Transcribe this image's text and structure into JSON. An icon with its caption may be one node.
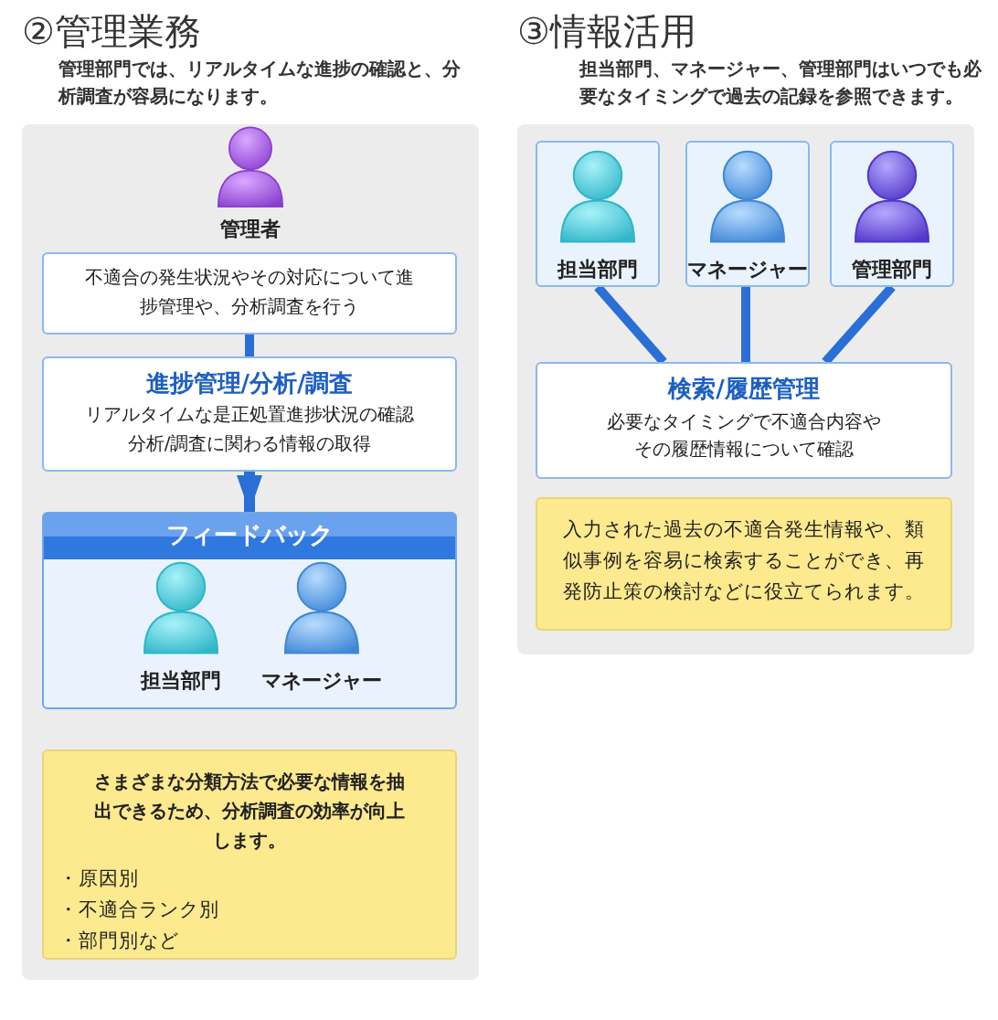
{
  "diagram": {
    "nodes": [
      {
        "text": [
          "②管理業務",
          "管理部門では、リアルタイムな進捗の確認と、分析調査が容易になります。"
        ]
      },
      {
        "text": [
          "管理者"
        ],
        "in": 0
      },
      {
        "text": [
          "不適合の発生状況やその対応について進捗管理や、分析調査を行う"
        ],
        "in": 0
      },
      {
        "text": [
          "進捗管理/分析/調査",
          "リアルタイムな是正処置進捗状況の確認分析/調査に関わる情報の取得"
        ],
        "in": 0
      },
      {
        "text": [
          "フィードバック"
        ],
        "in": 0
      },
      {
        "text": [
          "担当部門"
        ],
        "in": 4
      },
      {
        "text": [
          "マネージャー"
        ],
        "in": 4
      },
      {
        "text": [
          "さまざまな分類方法で必要な情報を抽出できるため、分析調査の効率が向上します。",
          "・原因別",
          "・不適合ランク別",
          "・部門別など"
        ],
        "in": 0
      },
      {
        "text": [
          "③情報活用",
          "担当部門、マネージャー、管理部門はいつでも必要なタイミングで過去の記録を参照できます。"
        ]
      },
      {
        "text": [
          "担当部門"
        ],
        "in": 8
      },
      {
        "text": [
          "マネージャー"
        ],
        "in": 8
      },
      {
        "text": [
          "管理部門"
        ],
        "in": 8
      },
      {
        "text": [
          "検索/履歴管理",
          "必要なタイミングで不適合内容やその履歴情報について確認"
        ],
        "in": 8
      },
      {
        "text": [
          "入力された過去の不適合発生情報や、類似事例を容易に検索することができ、再発防止策の検討などに役立てられます。"
        ],
        "in": 8
      }
    ],
    "edges": [
      {
        "from": 2,
        "to": 3,
        "arrow": "none"
      },
      {
        "from": 3,
        "to": 4,
        "arrow": "to"
      },
      {
        "from": 9,
        "to": 12,
        "arrow": "none"
      },
      {
        "from": 10,
        "to": 12,
        "arrow": "none"
      },
      {
        "from": 11,
        "to": 12,
        "arrow": "none"
      }
    ]
  }
}
